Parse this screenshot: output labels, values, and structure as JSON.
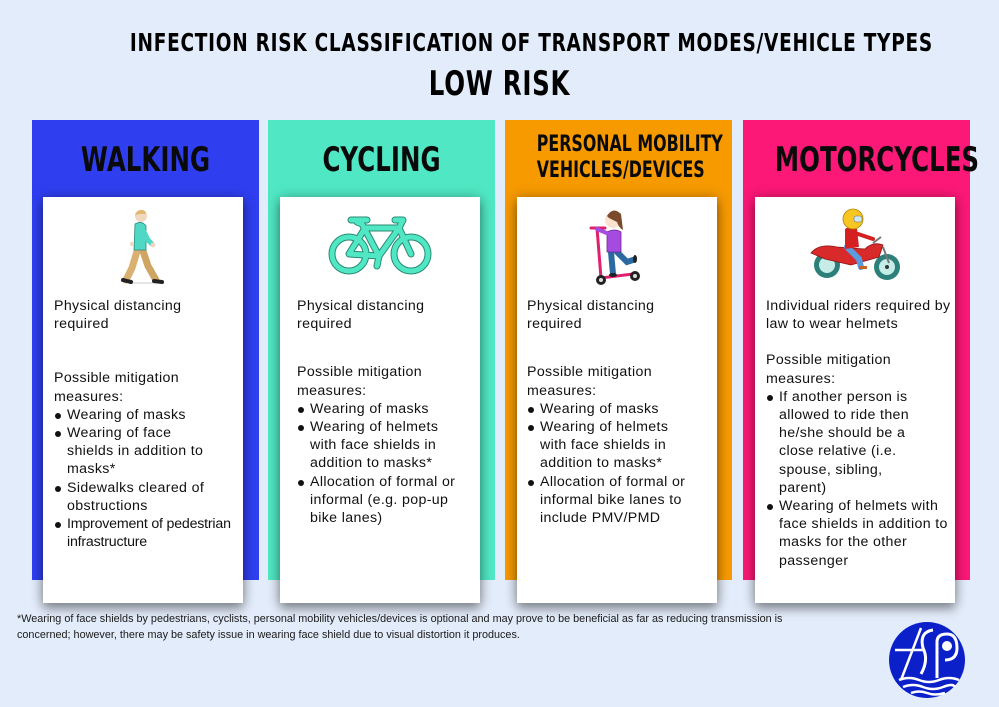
{
  "header": {
    "title": "INFECTION RISK CLASSIFICATION OF TRANSPORT MODES/VEHICLE TYPES",
    "subtitle": "LOW RISK"
  },
  "colors": {
    "background": "#e3ecfa",
    "walking": "#2f3ff0",
    "cycling": "#50e8c4",
    "pmv": "#f79a00",
    "motorcycles": "#fc1876",
    "logo": "#0b20c8"
  },
  "panels": [
    {
      "title": "WALKING",
      "icon": "walking-person-illustration",
      "lead": "Physical distancing required",
      "mitigation_label": "Possible mitigation measures:",
      "bullets": [
        "Wearing of masks",
        "Wearing of face shields in addition to masks*",
        "Sidewalks cleared of obstructions",
        "Improvement of pedestrian infrastructure"
      ]
    },
    {
      "title": "CYCLING",
      "icon": "bicycle-icon",
      "lead": "Physical distancing required",
      "mitigation_label": "Possible mitigation measures:",
      "bullets": [
        "Wearing of masks",
        "Wearing of helmets with face shields in addition to masks*",
        "Allocation of formal or informal (e.g. pop-up bike lanes)"
      ]
    },
    {
      "title_line1": "PERSONAL MOBILITY",
      "title_line2": "VEHICLES/DEVICES",
      "icon": "kick-scooter-child-illustration",
      "lead": "Physical distancing required",
      "mitigation_label": "Possible mitigation measures:",
      "bullets": [
        "Wearing of masks",
        "Wearing of helmets with face shields in addition to masks*",
        "Allocation of formal or informal bike lanes to include PMV/PMD"
      ]
    },
    {
      "title": "MOTORCYCLES",
      "icon": "motorcycle-rider-illustration",
      "lead": "Individual riders required by law to wear helmets",
      "mitigation_label": "Possible mitigation measures:",
      "bullets": [
        "If another person is allowed to ride then he/she should be a close relative (i.e. spouse, sibling, parent)",
        "Wearing of helmets with face shields in addition to masks for the other passenger"
      ]
    }
  ],
  "footnote": "*Wearing of face shields by pedestrians, cyclists, personal mobility vehicles/devices is optional and may prove to be beneficial as far as reducing transmission is concerned; however, there may be safety issue in wearing face shield due to visual distortion it produces.",
  "logo": {
    "name": "TSP-logo"
  }
}
